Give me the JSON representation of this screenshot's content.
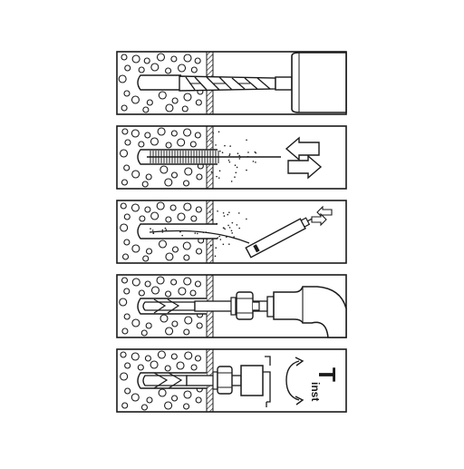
{
  "diagram": {
    "steps": [
      {
        "id": "drill",
        "icon": "drill-bit-icon"
      },
      {
        "id": "clean",
        "icon": "blow-out-arrows-icon"
      },
      {
        "id": "blow",
        "icon": "blow-pump-icon"
      },
      {
        "id": "insert",
        "icon": "hammer-icon"
      },
      {
        "id": "torque",
        "icon": "torque-wrench-icon"
      }
    ],
    "torque_label": {
      "main": "T",
      "sub": "inst"
    },
    "colors": {
      "stroke": "#1a1a1a",
      "background": "#ffffff"
    }
  }
}
